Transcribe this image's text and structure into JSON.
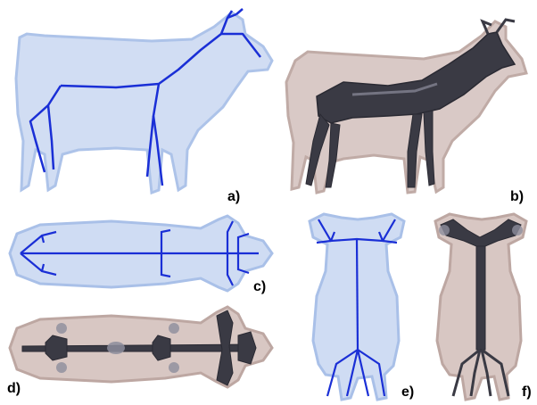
{
  "figure": {
    "labels": {
      "a": "a)",
      "b": "b)",
      "c": "c)",
      "d": "d)",
      "e": "e)",
      "f": "f)"
    }
  },
  "colors": {
    "blue_volume": "#cfdcf3",
    "blue_volume_edge": "#a9c0e8",
    "blue_skeleton": "#1a2fd6",
    "pink_volume": "#d8c7c3",
    "pink_volume_edge": "#bda7a2",
    "dark_surface": "#3a3a44",
    "dark_surface_highlight": "#8d8d9c"
  }
}
